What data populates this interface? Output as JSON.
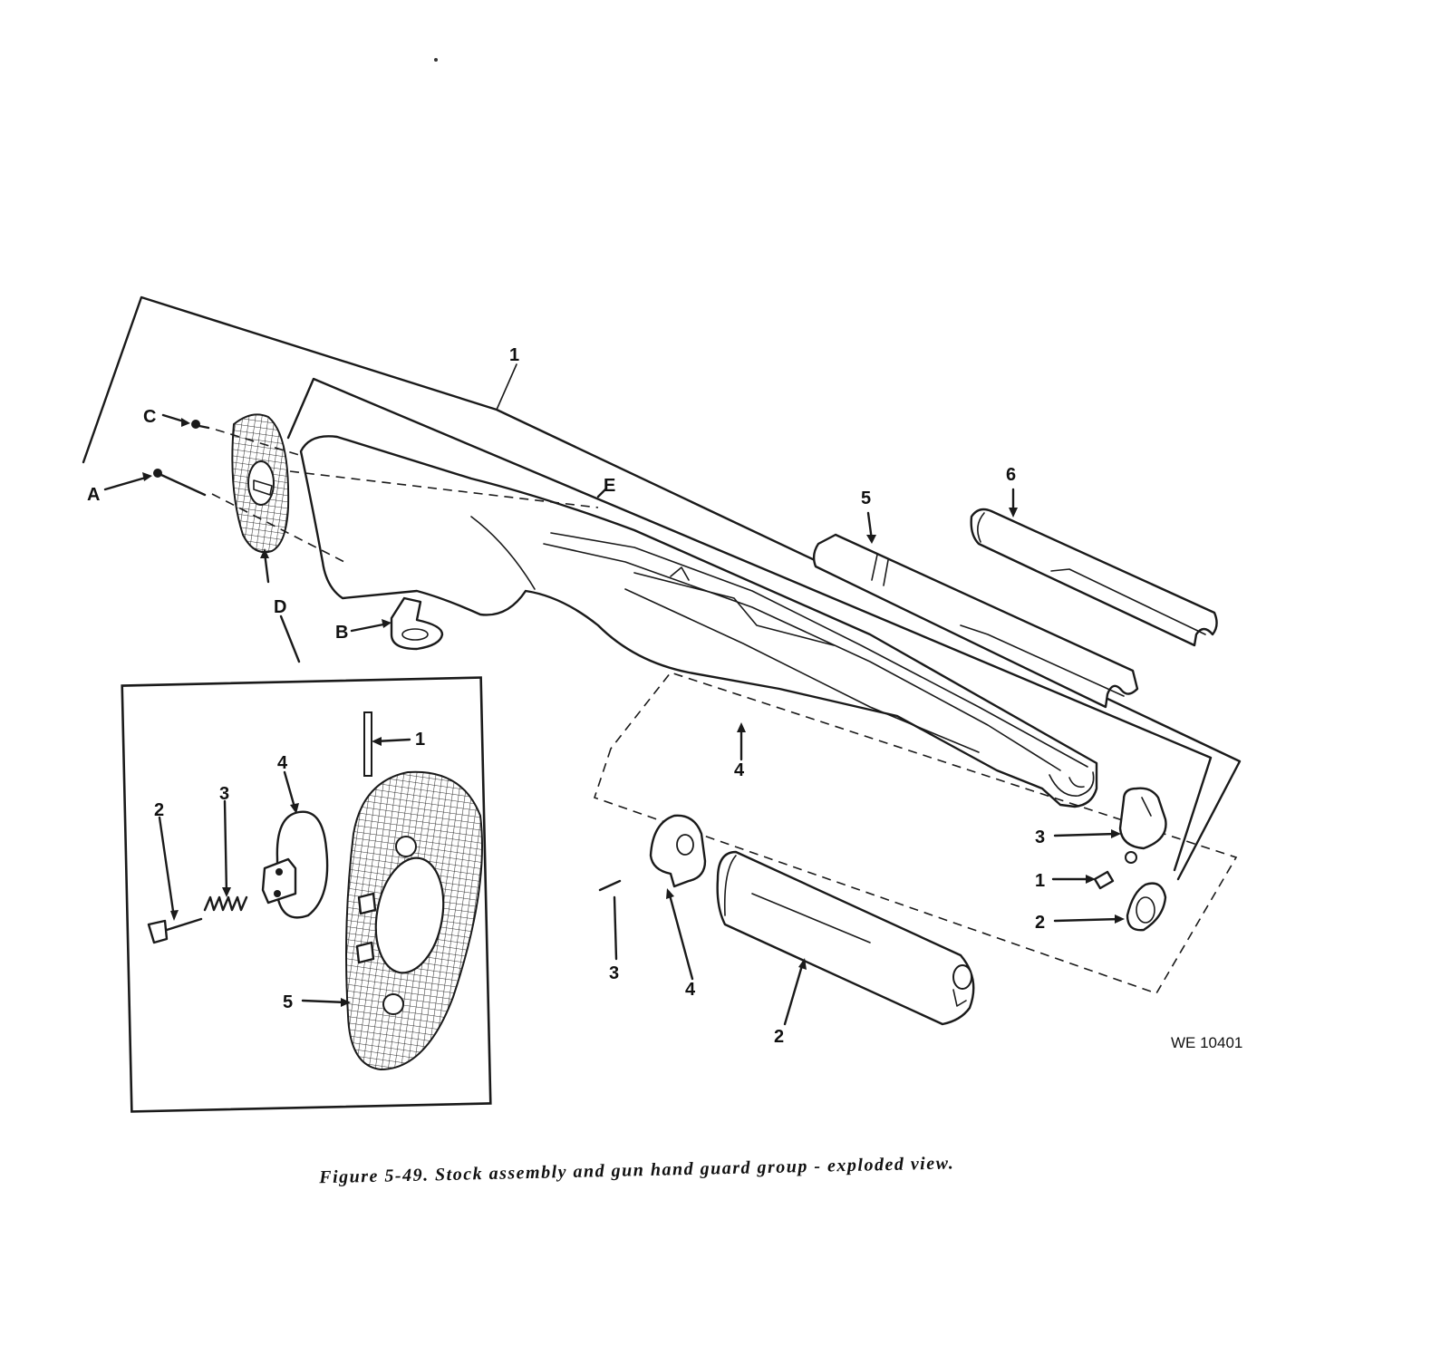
{
  "figure": {
    "caption": "Figure 5-49. Stock assembly and gun hand guard group - exploded view.",
    "reference": "WE 10401"
  },
  "labels": {
    "main_stock": "1",
    "E": "E",
    "C": "C",
    "A": "A",
    "D": "D",
    "B": "B",
    "four_stock": "4",
    "five_guard": "5",
    "six_guard": "6",
    "three_band": "3",
    "one_screw": "1",
    "two_swivel": "2",
    "three_pin": "3",
    "four_ferrule": "4",
    "two_handguard": "2"
  },
  "inset_labels": {
    "one_pin": "1",
    "two_plunger": "2",
    "three_spring": "3",
    "four_plate": "4",
    "five_buttplate": "5"
  }
}
